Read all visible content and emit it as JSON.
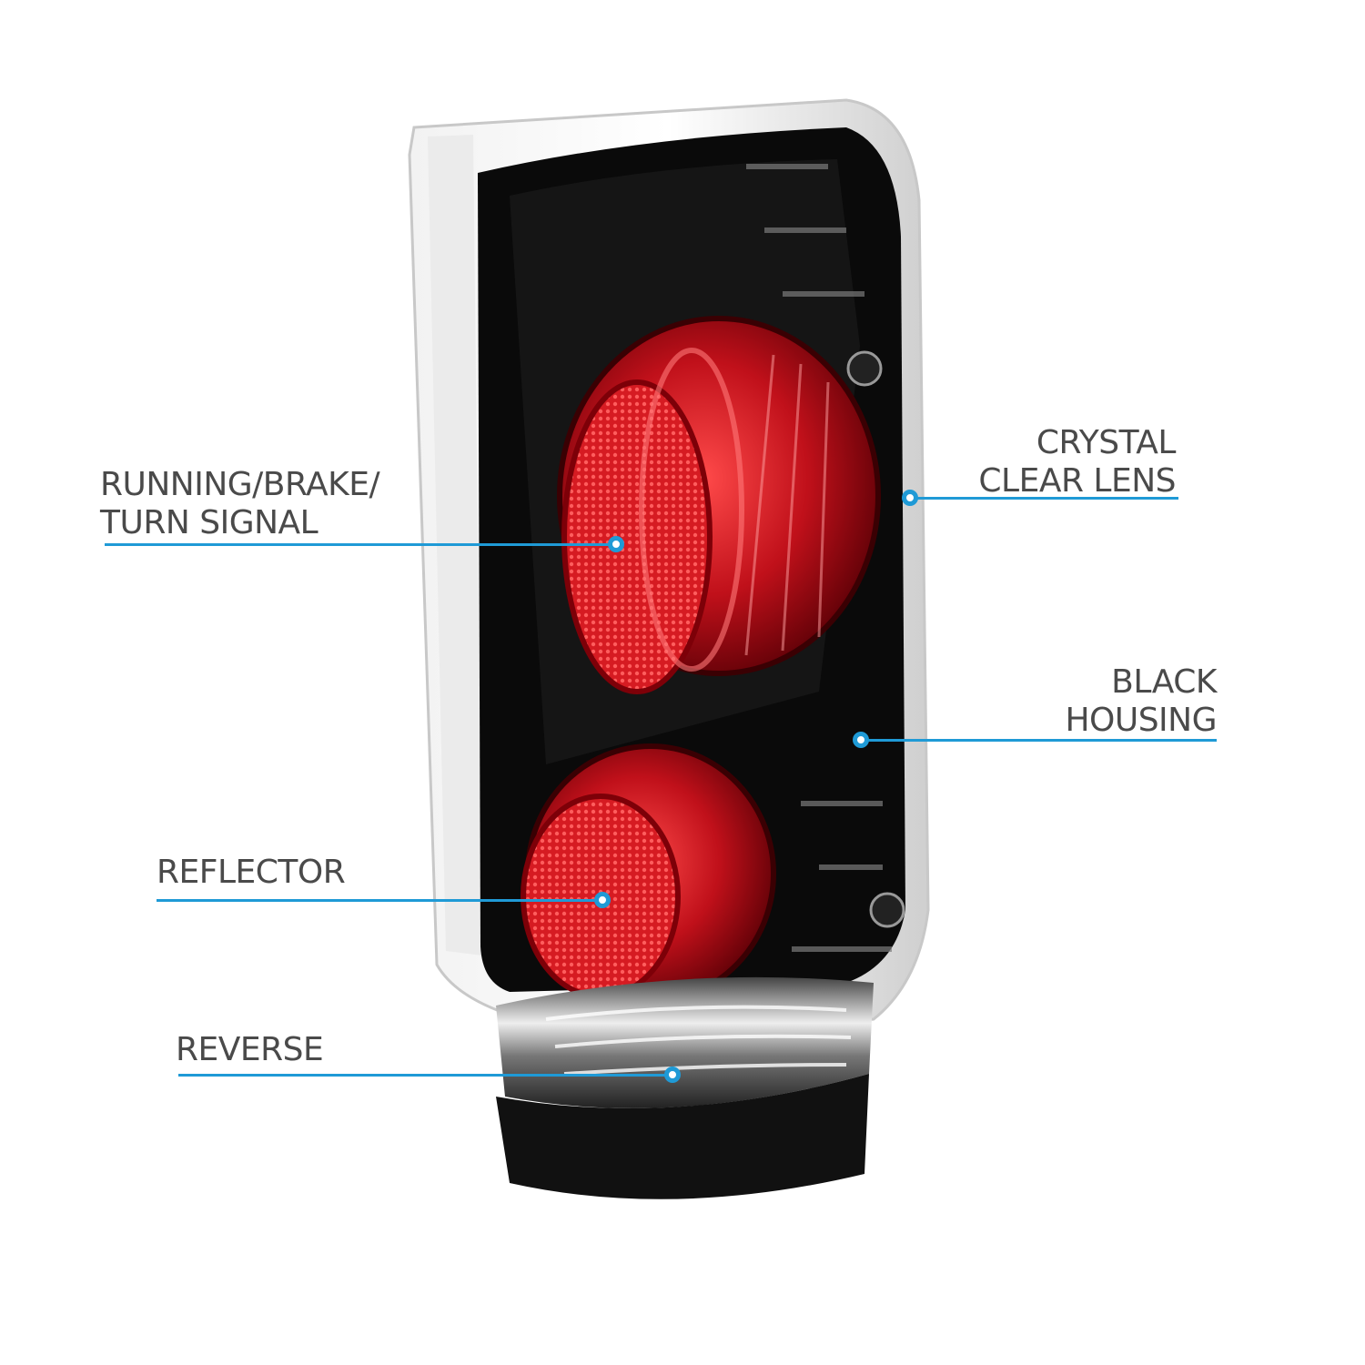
{
  "colors": {
    "callout_line": "#1f9ad6",
    "label_text": "#4a4a4a",
    "lens_red": "#c0101a",
    "housing": "#0a0a0a"
  },
  "callouts": {
    "running": {
      "line1": "RUNNING/BRAKE/",
      "line2": "TURN SIGNAL"
    },
    "reflector": {
      "line1": "REFLECTOR"
    },
    "reverse": {
      "line1": "REVERSE"
    },
    "crystal": {
      "line1": "CRYSTAL",
      "line2": "CLEAR LENS"
    },
    "housing": {
      "line1": "BLACK",
      "line2": "HOUSING"
    }
  }
}
